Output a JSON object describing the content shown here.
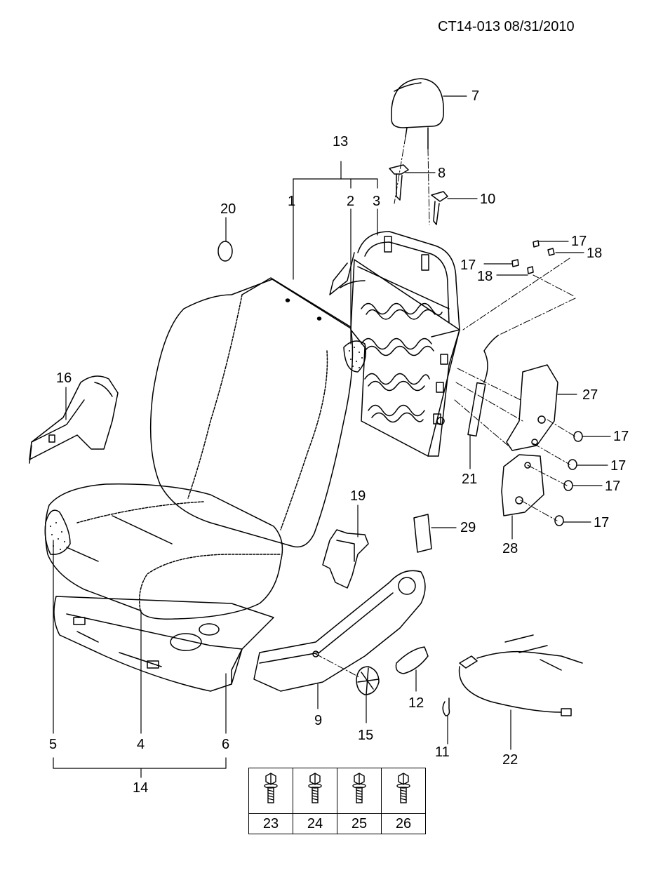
{
  "document_id": "CT14-013 08/31/2010",
  "callouts": {
    "c1": "1",
    "c2": "2",
    "c3": "3",
    "c4": "4",
    "c5": "5",
    "c6": "6",
    "c7": "7",
    "c8": "8",
    "c9": "9",
    "c10": "10",
    "c11": "11",
    "c12": "12",
    "c13": "13",
    "c14": "14",
    "c15": "15",
    "c16": "16",
    "c17a": "17",
    "c17b": "17",
    "c17c": "17",
    "c17d": "17",
    "c17e": "17",
    "c17f": "17",
    "c18a": "18",
    "c18b": "18",
    "c19": "19",
    "c20": "20",
    "c21": "21",
    "c22": "22",
    "c27": "27",
    "c28": "28",
    "c29": "29"
  },
  "fastener_table": {
    "items": [
      "23",
      "24",
      "25",
      "26"
    ],
    "icon": "bolt-icon"
  }
}
